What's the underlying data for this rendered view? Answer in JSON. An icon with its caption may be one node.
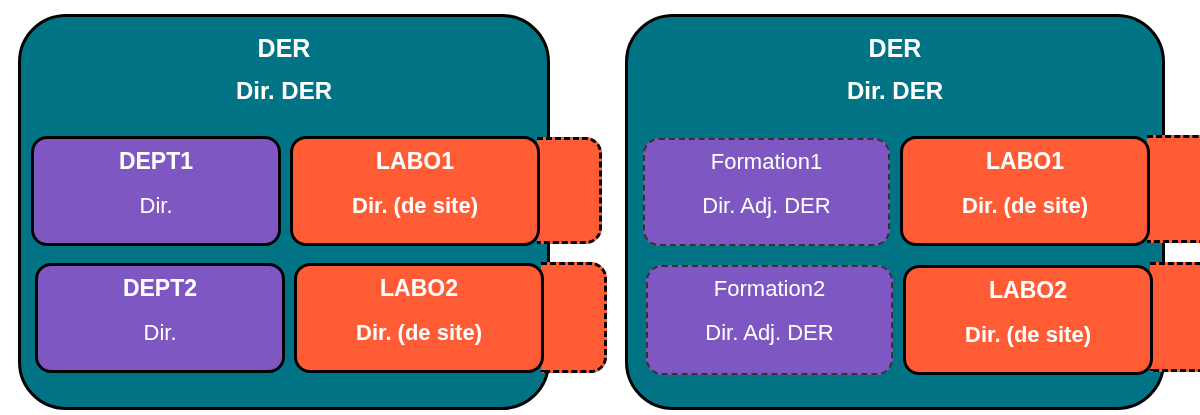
{
  "diagram": {
    "nodes": [
      {
        "text": [
          "DER",
          "Dir. DER"
        ]
      },
      {
        "text": [
          "DEPT1",
          "Dir."
        ],
        "in": 0
      },
      {
        "text": [
          "LABO1",
          "Dir. (de site)"
        ],
        "in": 0
      },
      {
        "text": [],
        "shape": "box"
      },
      {
        "text": [
          "DEPT2",
          "Dir."
        ],
        "in": 0
      },
      {
        "text": [
          "LABO2",
          "Dir. (de site)"
        ],
        "in": 0
      },
      {
        "text": [],
        "shape": "box"
      },
      {
        "text": [
          "DER",
          "Dir. DER"
        ]
      },
      {
        "text": [
          "Formation1",
          "Dir. Adj. DER"
        ],
        "in": 7
      },
      {
        "text": [
          "LABO1",
          "Dir. (de site)"
        ],
        "in": 7
      },
      {
        "text": [],
        "shape": "box"
      },
      {
        "text": [
          "Formation2",
          "Dir. Adj. DER"
        ],
        "in": 7
      },
      {
        "text": [
          "LABO2",
          "Dir. (de site)"
        ],
        "in": 7
      },
      {
        "text": [],
        "shape": "box"
      }
    ]
  }
}
